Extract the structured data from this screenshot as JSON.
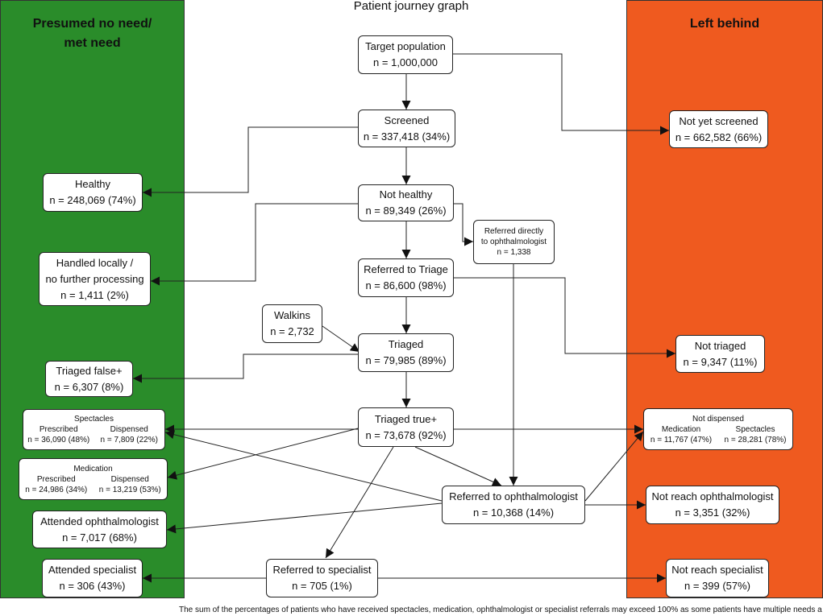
{
  "title": "Patient journey graph",
  "colors": {
    "left_panel": "#2a8c2a",
    "right_panel": "#ef5a1f",
    "edge": "#222222"
  },
  "left_panel": {
    "title_line1": "Presumed no need/",
    "title_line2": "met need"
  },
  "right_panel": {
    "title": "Left behind"
  },
  "nodes": {
    "target": {
      "label": "Target population",
      "value": "n = 1,000,000"
    },
    "screened": {
      "label": "Screened",
      "value": "n = 337,418 (34%)"
    },
    "not_healthy": {
      "label": "Not healthy",
      "value": "n = 89,349 (26%)"
    },
    "referred_triage": {
      "label": "Referred to Triage",
      "value": "n = 86,600 (98%)"
    },
    "triaged": {
      "label": "Triaged",
      "value": "n = 79,985 (89%)"
    },
    "triaged_true": {
      "label": "Triaged true+",
      "value": "n = 73,678 (92%)"
    },
    "referred_ophth": {
      "label": "Referred to ophthalmologist",
      "value": "n = 10,368 (14%)"
    },
    "referred_specialist": {
      "label": "Referred to specialist",
      "value": "n = 705 (1%)"
    },
    "referred_directly": {
      "line1": "Referred directly",
      "line2": "to ophthalmologist",
      "value": "n = 1,338"
    },
    "walkins": {
      "label": "Walkins",
      "value": "n = 2,732"
    },
    "healthy": {
      "label": "Healthy",
      "value": "n = 248,069 (74%)"
    },
    "handled_locally": {
      "line1": "Handled locally /",
      "line2": "no further processing",
      "value": "n = 1,411 (2%)"
    },
    "triaged_false": {
      "label": "Triaged false+",
      "value": "n = 6,307 (8%)"
    },
    "spectacles": {
      "label": "Spectacles",
      "col1_label": "Prescribed",
      "col2_label": "Dispensed",
      "col1_value": "n = 36,090 (48%)",
      "col2_value": "n = 7,809 (22%)"
    },
    "medication": {
      "label": "Medication",
      "col1_label": "Prescribed",
      "col2_label": "Dispensed",
      "col1_value": "n = 24,986 (34%)",
      "col2_value": "n = 13,219 (53%)"
    },
    "attended_ophth": {
      "label": "Attended ophthalmologist",
      "value": "n = 7,017 (68%)"
    },
    "attended_specialist": {
      "label": "Attended specialist",
      "value": "n = 306 (43%)"
    },
    "not_screened": {
      "label": "Not yet screened",
      "value": "n = 662,582 (66%)"
    },
    "not_triaged": {
      "label": "Not triaged",
      "value": "n = 9,347 (11%)"
    },
    "not_dispensed": {
      "label": "Not dispensed",
      "col1_label": "Medication",
      "col2_label": "Spectacles",
      "col1_value": "n = 11,767 (47%)",
      "col2_value": "n = 28,281 (78%)"
    },
    "not_reach_ophth": {
      "label": "Not reach ophthalmologist",
      "value": "n = 3,351 (32%)"
    },
    "not_reach_specialist": {
      "label": "Not reach specialist",
      "value": "n = 399 (57%)"
    }
  },
  "footnote": "The sum of the percentages of patients who have received spectacles, medication, ophthalmologist or specialist referrals may exceed 100% as some patients have multiple needs a"
}
